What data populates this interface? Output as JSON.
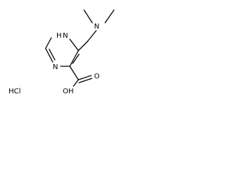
{
  "molecule": {
    "atoms": {
      "N_amine": "N",
      "N_ring_H": "N",
      "H_on_ring_N": "H",
      "N_ring": "N",
      "O_carbonyl": "O",
      "OH_group": "OH"
    },
    "salt": "HCl"
  }
}
